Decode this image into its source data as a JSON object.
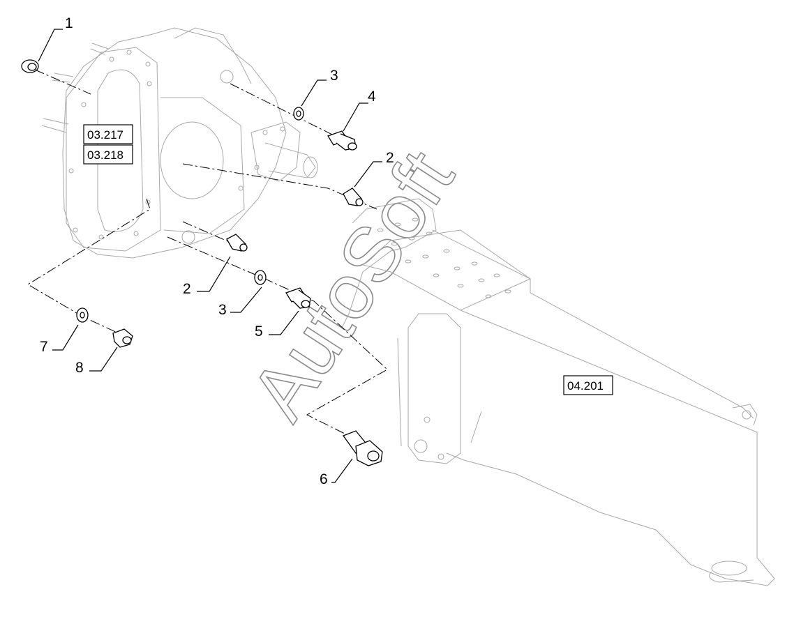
{
  "callouts": {
    "c1": "1",
    "c3_top": "3",
    "c4": "4",
    "c2_right": "2",
    "c2_left": "2",
    "c3_mid": "3",
    "c5": "5",
    "c7": "7",
    "c8": "8",
    "c6": "6"
  },
  "refs": {
    "ref_03217": "03.217",
    "ref_03218": "03.218",
    "ref_04201": "04.201"
  },
  "watermark": "AutoSoft"
}
